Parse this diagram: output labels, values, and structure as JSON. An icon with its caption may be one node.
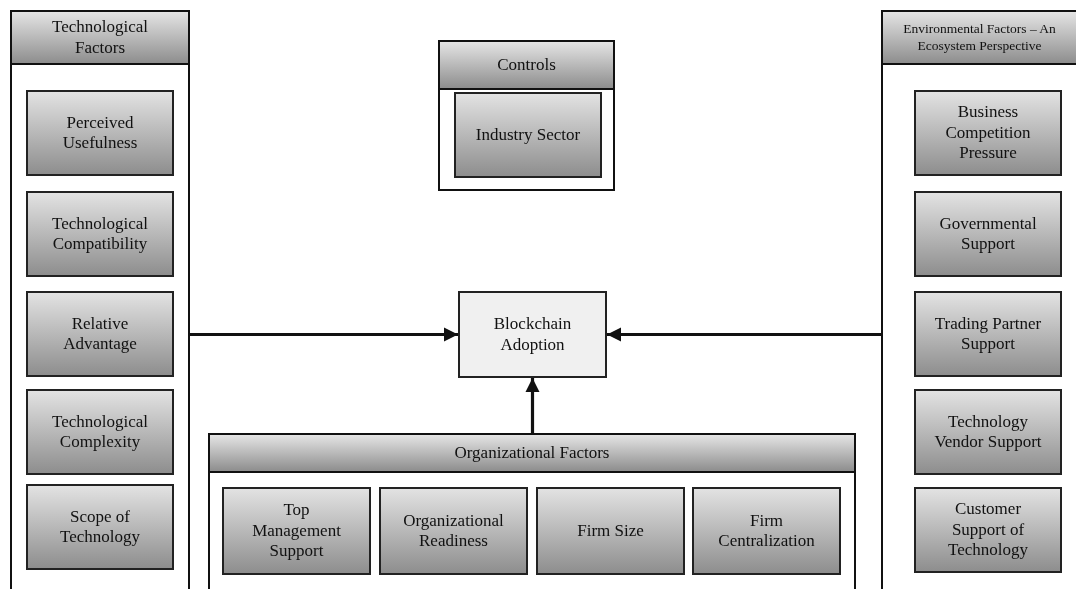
{
  "diagram": {
    "nodes": [
      {
        "text": [
          "Technological Factors"
        ]
      },
      {
        "text": [
          "Perceived Usefulness"
        ],
        "in": 0
      },
      {
        "text": [
          "Technological Compatibility"
        ],
        "in": 0
      },
      {
        "text": [
          "Relative Advantage"
        ],
        "in": 0
      },
      {
        "text": [
          "Technological Complexity"
        ],
        "in": 0
      },
      {
        "text": [
          "Scope of Technology"
        ],
        "in": 0
      },
      {
        "text": [
          "Controls"
        ]
      },
      {
        "text": [
          "Industry Sector"
        ],
        "in": 6
      },
      {
        "text": [
          "Environmental Factors – An Ecosystem Perspective"
        ]
      },
      {
        "text": [
          "Business Competition Pressure"
        ],
        "in": 8
      },
      {
        "text": [
          "Governmental Support"
        ],
        "in": 8
      },
      {
        "text": [
          "Trading Partner Support"
        ],
        "in": 8
      },
      {
        "text": [
          "Technology Vendor Support"
        ],
        "in": 8
      },
      {
        "text": [
          "Customer Support of Technology"
        ],
        "in": 8
      },
      {
        "text": [
          "Blockchain Adoption"
        ]
      },
      {
        "text": [
          "Organizational Factors"
        ]
      },
      {
        "text": [
          "Top Management Support"
        ],
        "in": 15
      },
      {
        "text": [
          "Organizational Readiness"
        ],
        "in": 15
      },
      {
        "text": [
          "Firm Size"
        ],
        "in": 15
      },
      {
        "text": [
          "Firm Centralization"
        ],
        "in": 15
      }
    ],
    "edges": [
      {
        "from": 0,
        "to": 14,
        "arrow": "to"
      },
      {
        "from": 8,
        "to": 14,
        "arrow": "to"
      },
      {
        "from": 15,
        "to": 14,
        "arrow": "to"
      }
    ]
  }
}
